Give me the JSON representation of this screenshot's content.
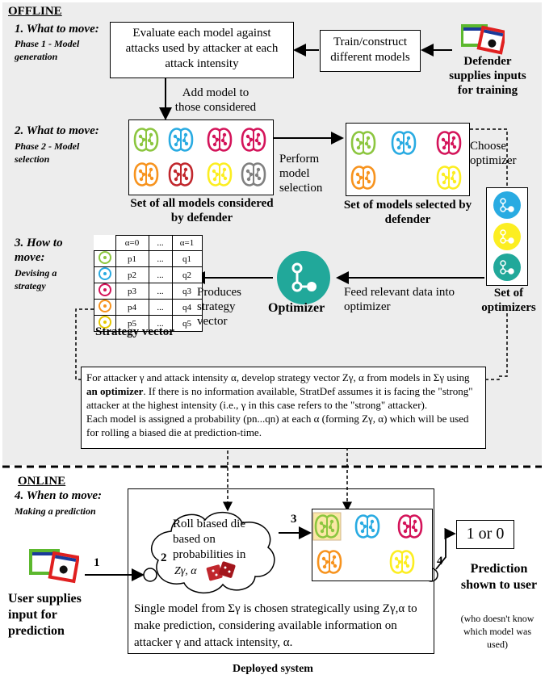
{
  "offline": {
    "section_label": "OFFLINE",
    "phase1": {
      "title": "1. What to move:",
      "subtitle": "Phase 1 - Model generation"
    },
    "phase2": {
      "title": "2. What to move:",
      "subtitle": "Phase 2 - Model selection"
    },
    "phase3": {
      "title": "3. How to move:",
      "subtitle": "Devising a strategy"
    },
    "evaluate_box": "Evaluate each model against attacks used by attacker at each attack intensity",
    "train_box": "Train/construct different models",
    "defender_label": "Defender supplies inputs for training",
    "add_model_label": "Add model to those considered",
    "all_models_label": "Set of all models considered by defender",
    "perform_selection_label": "Perform model selection",
    "selected_models_label": "Set of models selected by defender",
    "choose_optimizer_label": "Choose optimizer",
    "set_optimizers_label": "Set of optimizers",
    "optimizer_label": "Optimizer",
    "feed_data_label": "Feed relevant data into optimizer",
    "produces_label": "Produces strategy vector",
    "strategy_vector_label": "Strategy vector",
    "strategy_table": {
      "headers": [
        "α=0",
        "...",
        "α=1"
      ],
      "rows": [
        {
          "p": "p1",
          "dots": "...",
          "q": "q1"
        },
        {
          "p": "p2",
          "dots": "...",
          "q": "q2"
        },
        {
          "p": "p3",
          "dots": "...",
          "q": "q3"
        },
        {
          "p": "p4",
          "dots": "...",
          "q": "q4"
        },
        {
          "p": "p5",
          "dots": "...",
          "q": "q5"
        }
      ]
    },
    "note": {
      "line1": "For attacker γ and attack intensity α, develop strategy vector Zγ, α from models in Σγ using",
      "line2_bold": "an optimizer",
      "line2_rest": ". If there is no information available, StratDef assumes it is facing the \"strong\"",
      "line3": "attacker at the highest intensity (i.e., γ in this case refers to the \"strong\" attacker).",
      "line4": "Each model is assigned a probability (pn...qn) at each α (forming Zγ, α) which will be used",
      "line5": "for rolling a biased die at prediction-time."
    }
  },
  "online": {
    "section_label": "ONLINE",
    "phase4": {
      "title": "4. When to move:",
      "subtitle": "Making a prediction"
    },
    "cloud_text": "Roll biased die based on probabilities in",
    "cloud_math": "Zγ, α",
    "step1": "1",
    "step2": "2",
    "step3": "3",
    "step4": "4",
    "user_label": "User supplies input for prediction",
    "prediction_box": "1 or 0",
    "prediction_label": "Prediction shown to user",
    "prediction_note": "(who doesn't know which model was used)",
    "single_model_text": "Single model from Σγ is chosen strategically using Zγ,α to make prediction, considering available information on attacker γ and attack intensity, α.",
    "deployed_label": "Deployed system"
  },
  "colors": {
    "offline_bg": "#ededed",
    "green": "#8cc63f",
    "blue": "#29abe2",
    "magenta": "#d4145a",
    "orange": "#f7931e",
    "red": "#c1272d",
    "yellow": "#fcee21",
    "grey": "#808080",
    "teal": "#21a89a",
    "window_red": "#e02020",
    "window_green": "#5cb82e"
  }
}
